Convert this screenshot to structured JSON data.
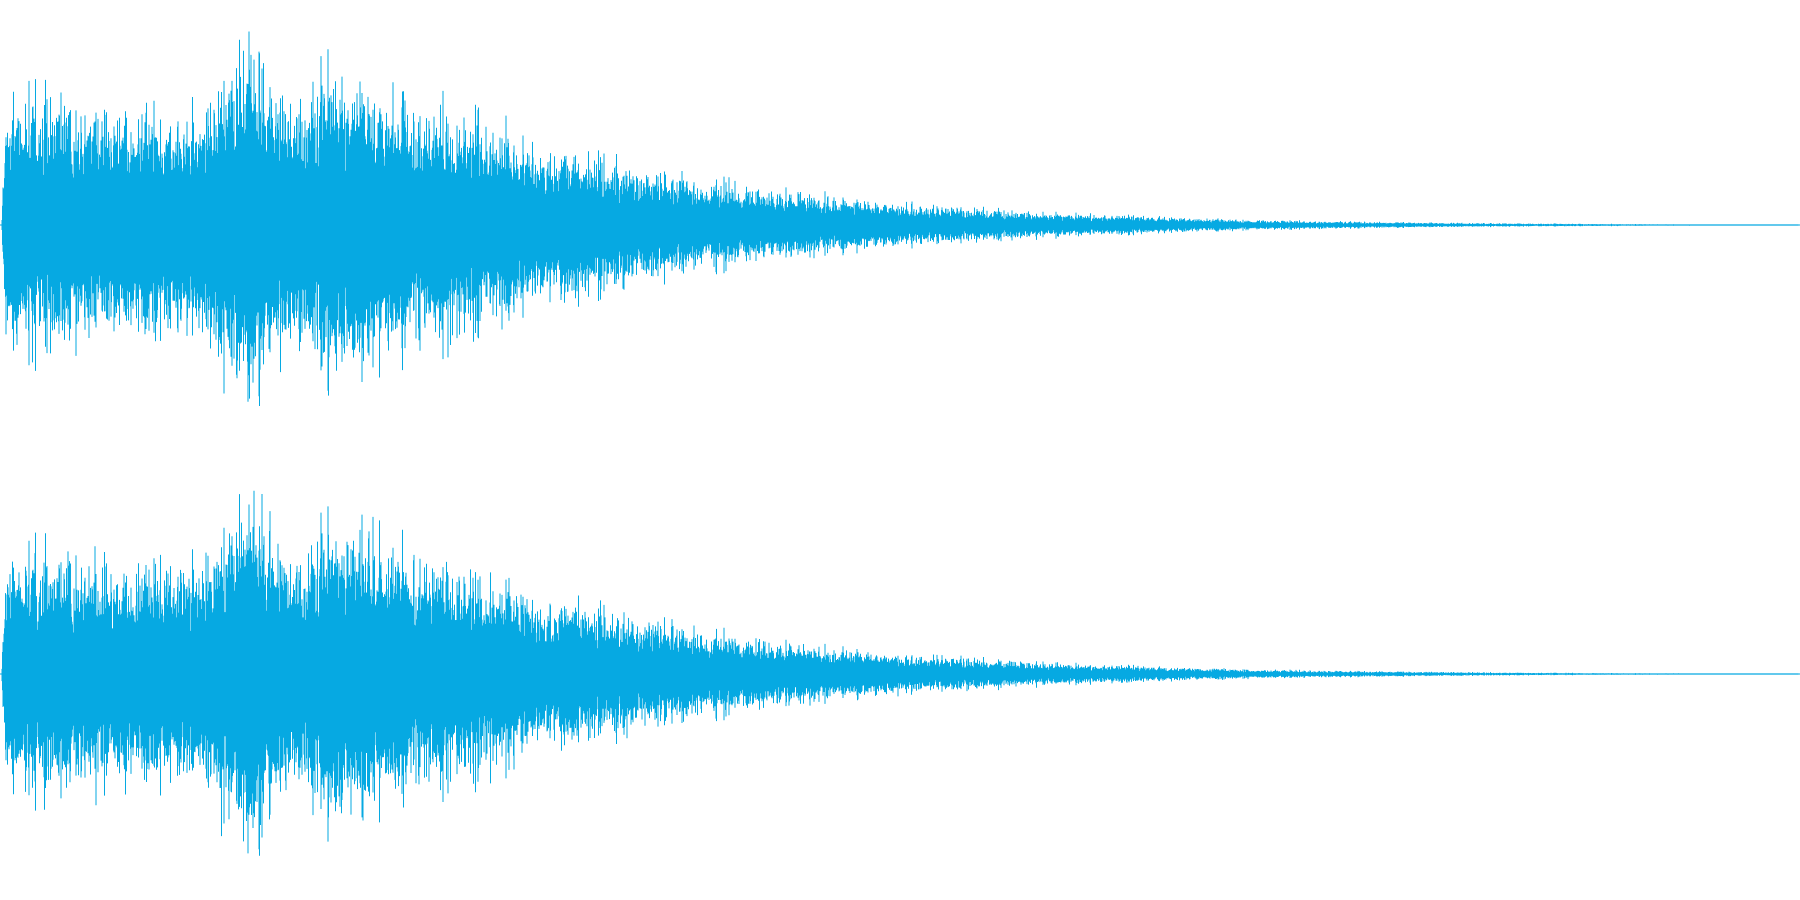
{
  "waveform": {
    "color": "#06a9e2",
    "background": "#ffffff",
    "channels": [
      {
        "name": "channel-1",
        "envelope": [
          {
            "t": 0.0,
            "a": 0.05
          },
          {
            "t": 0.002,
            "a": 0.62
          },
          {
            "t": 0.02,
            "a": 0.66
          },
          {
            "t": 0.06,
            "a": 0.6
          },
          {
            "t": 0.11,
            "a": 0.58
          },
          {
            "t": 0.136,
            "a": 1.0
          },
          {
            "t": 0.16,
            "a": 0.62
          },
          {
            "t": 0.185,
            "a": 0.82
          },
          {
            "t": 0.21,
            "a": 0.72
          },
          {
            "t": 0.24,
            "a": 0.62
          },
          {
            "t": 0.275,
            "a": 0.52
          },
          {
            "t": 0.3,
            "a": 0.4
          },
          {
            "t": 0.34,
            "a": 0.34
          },
          {
            "t": 0.38,
            "a": 0.24
          },
          {
            "t": 0.42,
            "a": 0.2
          },
          {
            "t": 0.46,
            "a": 0.15
          },
          {
            "t": 0.5,
            "a": 0.11
          },
          {
            "t": 0.55,
            "a": 0.08
          },
          {
            "t": 0.6,
            "a": 0.055
          },
          {
            "t": 0.65,
            "a": 0.04
          },
          {
            "t": 0.7,
            "a": 0.025
          },
          {
            "t": 0.76,
            "a": 0.015
          },
          {
            "t": 0.82,
            "a": 0.01
          },
          {
            "t": 0.88,
            "a": 0.006
          },
          {
            "t": 0.94,
            "a": 0.003
          },
          {
            "t": 1.0,
            "a": 0.001
          }
        ]
      },
      {
        "name": "channel-2",
        "envelope": [
          {
            "t": 0.0,
            "a": 0.05
          },
          {
            "t": 0.002,
            "a": 0.6
          },
          {
            "t": 0.02,
            "a": 0.64
          },
          {
            "t": 0.06,
            "a": 0.58
          },
          {
            "t": 0.11,
            "a": 0.57
          },
          {
            "t": 0.136,
            "a": 0.98
          },
          {
            "t": 0.16,
            "a": 0.6
          },
          {
            "t": 0.185,
            "a": 0.78
          },
          {
            "t": 0.21,
            "a": 0.72
          },
          {
            "t": 0.24,
            "a": 0.6
          },
          {
            "t": 0.275,
            "a": 0.5
          },
          {
            "t": 0.3,
            "a": 0.38
          },
          {
            "t": 0.34,
            "a": 0.33
          },
          {
            "t": 0.38,
            "a": 0.23
          },
          {
            "t": 0.42,
            "a": 0.19
          },
          {
            "t": 0.46,
            "a": 0.14
          },
          {
            "t": 0.5,
            "a": 0.1
          },
          {
            "t": 0.55,
            "a": 0.075
          },
          {
            "t": 0.6,
            "a": 0.05
          },
          {
            "t": 0.65,
            "a": 0.035
          },
          {
            "t": 0.7,
            "a": 0.022
          },
          {
            "t": 0.76,
            "a": 0.014
          },
          {
            "t": 0.82,
            "a": 0.009
          },
          {
            "t": 0.88,
            "a": 0.005
          },
          {
            "t": 0.94,
            "a": 0.003
          },
          {
            "t": 1.0,
            "a": 0.001
          }
        ]
      }
    ]
  }
}
